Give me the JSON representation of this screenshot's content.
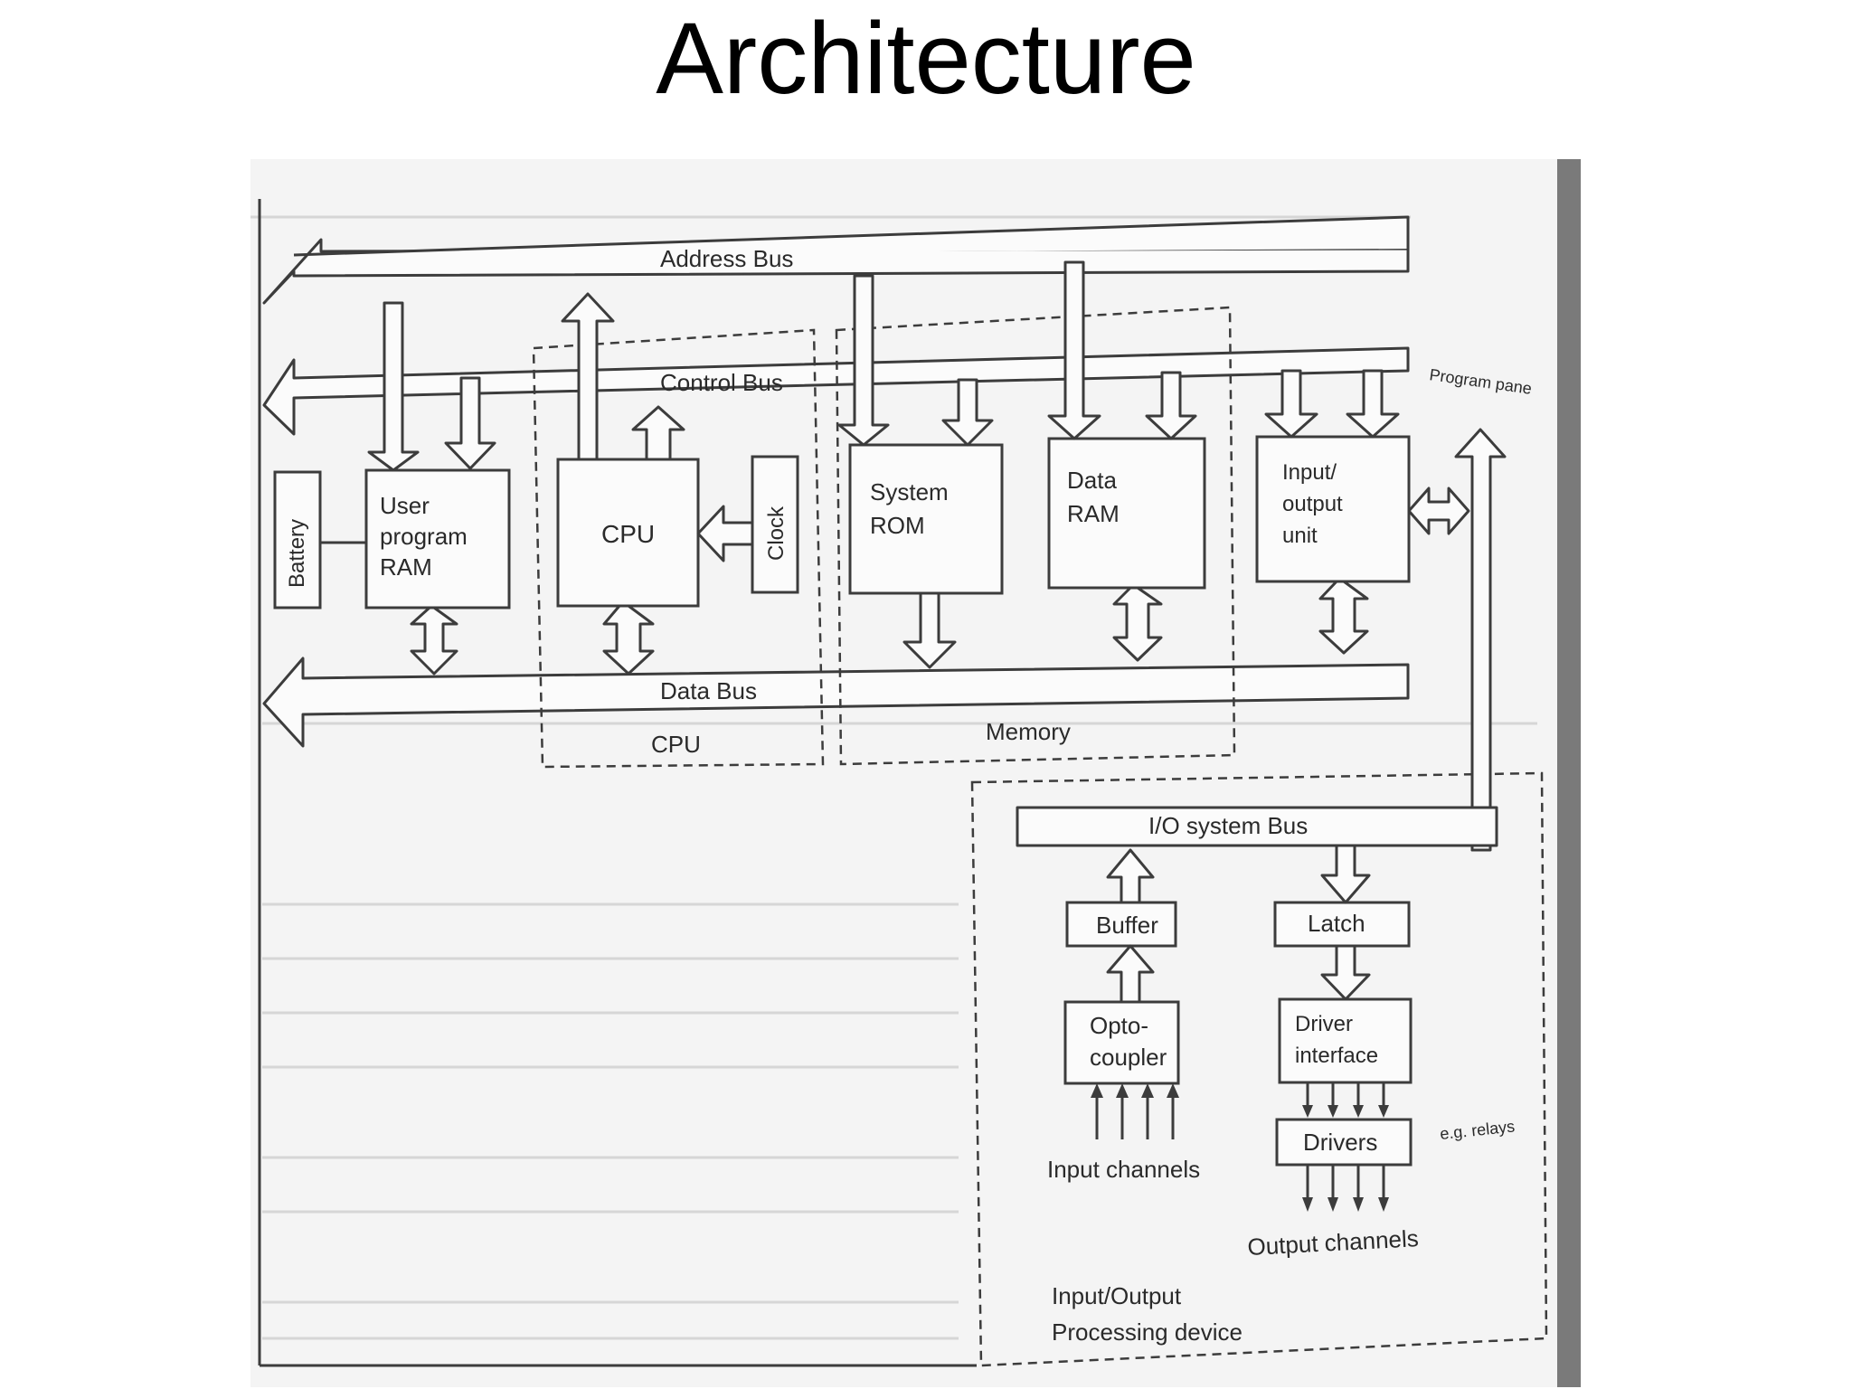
{
  "slide": {
    "title": "Architecture"
  },
  "diagram": {
    "buses": {
      "address": "Address Bus",
      "control": "Control Bus",
      "data": "Data Bus",
      "io_system": "I/O system Bus"
    },
    "blocks": {
      "battery": "Battery",
      "user_ram": [
        "User",
        "program",
        "RAM"
      ],
      "cpu": "CPU",
      "clock": "Clock",
      "system_rom": [
        "System",
        "ROM"
      ],
      "data_ram": [
        "Data",
        "RAM"
      ],
      "io_unit": [
        "Input/",
        "output",
        "unit"
      ],
      "buffer": "Buffer",
      "latch": "Latch",
      "optocoupler": [
        "Opto-",
        "coupler"
      ],
      "driver_interface": [
        "Driver",
        "interface"
      ],
      "drivers": "Drivers"
    },
    "groups": {
      "cpu": "CPU",
      "memory": "Memory",
      "io_device": [
        "Input/Output",
        "Processing device"
      ]
    },
    "notes": {
      "program_panel": "Program pane",
      "input_channels": "Input channels",
      "output_channels": "Output channels",
      "eg_relays": "e.g. relays"
    }
  }
}
